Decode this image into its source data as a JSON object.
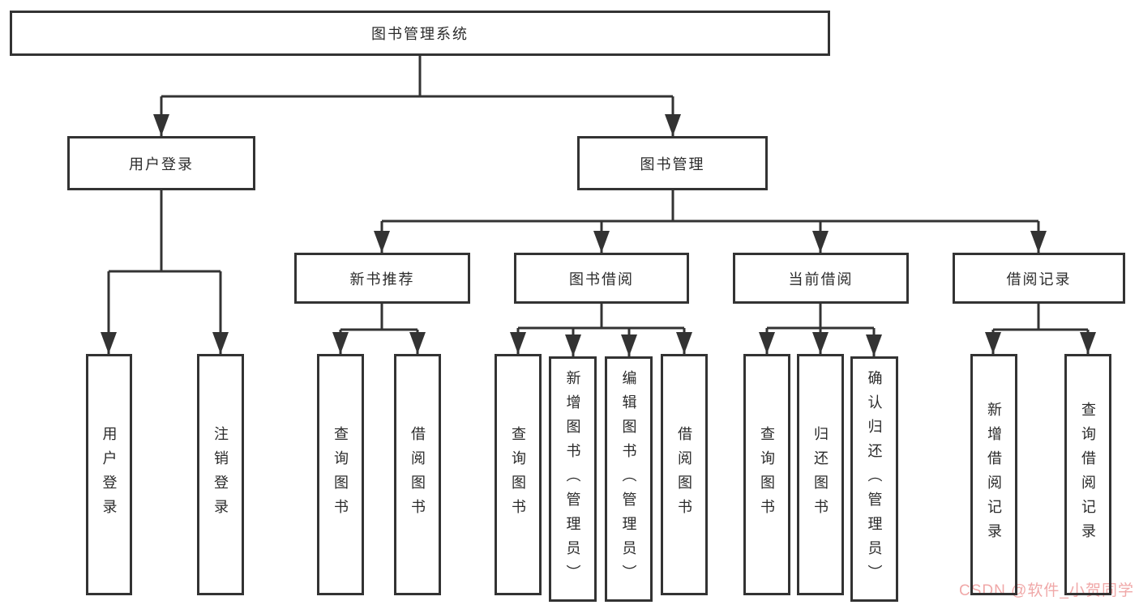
{
  "diagram_title": "图书管理系统",
  "tree": {
    "root": {
      "label": "图书管理系统"
    },
    "branches": [
      {
        "label": "用户登录",
        "leaves": [
          {
            "label": "用户登录"
          },
          {
            "label": "注销登录"
          }
        ]
      },
      {
        "label": "图书管理",
        "groups": [
          {
            "label": "新书推荐",
            "leaves": [
              {
                "label": "查询图书"
              },
              {
                "label": "借阅图书"
              }
            ]
          },
          {
            "label": "图书借阅",
            "leaves": [
              {
                "label": "查询图书"
              },
              {
                "label": "新增图书（管理员）"
              },
              {
                "label": "编辑图书（管理员）"
              },
              {
                "label": "借阅图书"
              }
            ]
          },
          {
            "label": "当前借阅",
            "leaves": [
              {
                "label": "查询图书"
              },
              {
                "label": "归还图书"
              },
              {
                "label": "确认归还（管理员）"
              }
            ]
          },
          {
            "label": "借阅记录",
            "leaves": [
              {
                "label": "新增借阅记录"
              },
              {
                "label": "查询借阅记录"
              }
            ]
          }
        ]
      }
    ]
  },
  "watermark": {
    "text": "CSDN @软件_小贺同学"
  },
  "colors": {
    "line": "#333333",
    "border": "#333333",
    "text": "#2b2b2b",
    "watermark": "#f0a8a8",
    "background": "#ffffff"
  }
}
